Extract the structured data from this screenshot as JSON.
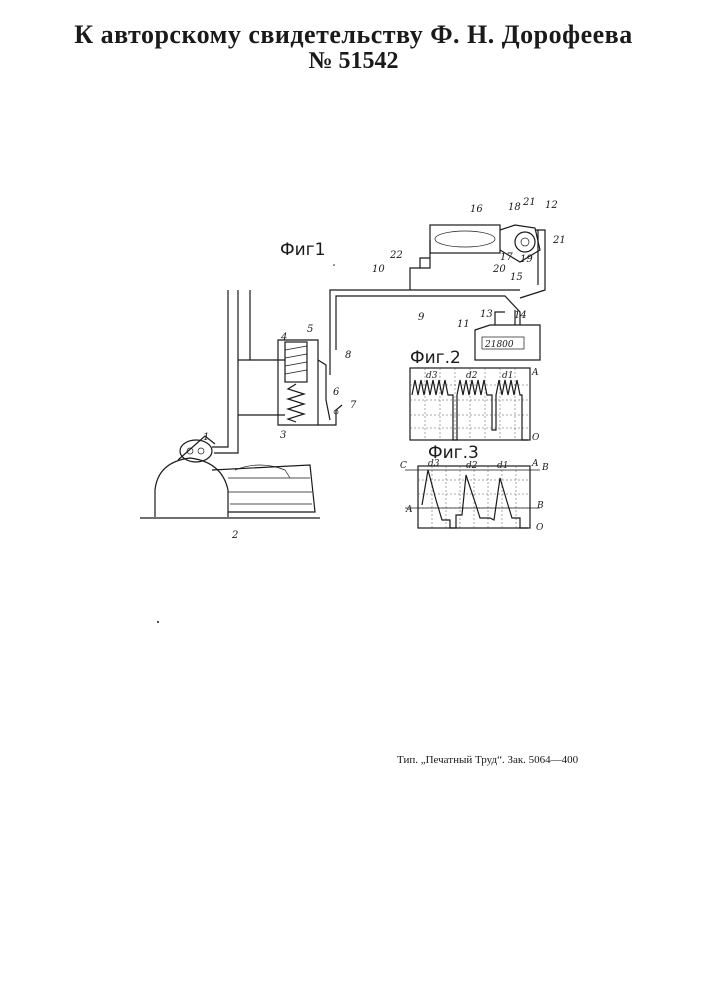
{
  "header": {
    "title": "К авторскому свидетельству Ф. Н. Дорофеева",
    "number": "№ 51542"
  },
  "figures": {
    "fig1": "Фиг1",
    "fig2": "Фиг.2",
    "fig3": "Фиг.3"
  },
  "fig1_labels": [
    "1",
    "2",
    "3",
    "4",
    "5",
    "6",
    "7",
    "8",
    "9",
    "10",
    "11",
    "12",
    "13",
    "14",
    "15",
    "16",
    "17",
    "18",
    "19",
    "20",
    "21",
    "21",
    "22"
  ],
  "counter_display": "21800",
  "fig2_labels": {
    "d3": "d3",
    "d2": "d2",
    "d1": "d1",
    "A": "A",
    "O": "O"
  },
  "fig3_labels": {
    "C": "C",
    "d3": "d3",
    "d2": "d2",
    "d1": "d1",
    "A": "A",
    "B_top": "B",
    "B": "B",
    "A_left": "A",
    "O": "O"
  },
  "imprint": "Тип. „Печатный Труд“. Зак. 5064—400"
}
